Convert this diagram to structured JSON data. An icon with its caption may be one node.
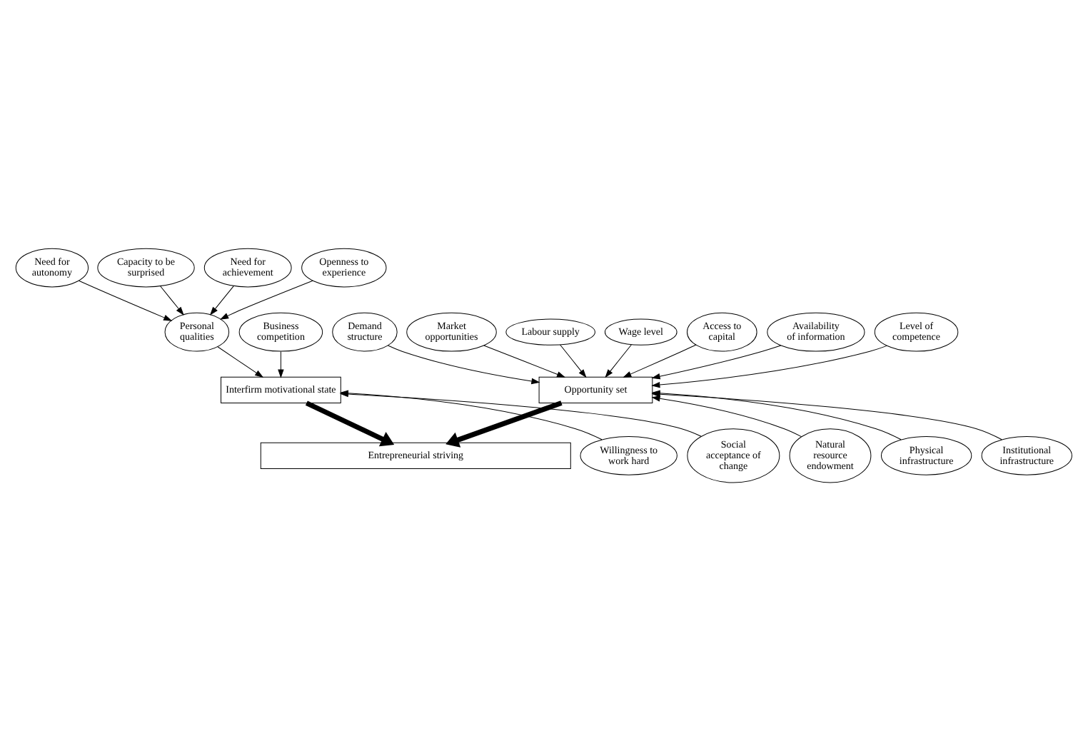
{
  "diagram": {
    "nodes": [
      {
        "text": [
          "Opportunity set"
        ]
      },
      {
        "text": [
          "Demand structure"
        ]
      },
      {
        "text": [
          "Market opportunities"
        ]
      },
      {
        "text": [
          "Labour supply"
        ]
      },
      {
        "text": [
          "Wage level"
        ]
      },
      {
        "text": [
          "Access to capital"
        ]
      },
      {
        "text": [
          "Availability of information"
        ]
      },
      {
        "text": [
          "Level of competence"
        ]
      },
      {
        "text": [
          "Natural resource endowment"
        ]
      },
      {
        "text": [
          "Physical infrastructure"
        ]
      },
      {
        "text": [
          "Institutional infrastructure"
        ]
      },
      {
        "text": [
          "Need for autonomy"
        ]
      },
      {
        "text": [
          "Capacity to be surprised"
        ]
      },
      {
        "text": [
          "Need for achievement"
        ]
      },
      {
        "text": [
          "Openness to experience"
        ]
      },
      {
        "text": [
          "Personal qualities"
        ]
      },
      {
        "text": [
          "Business competition"
        ]
      },
      {
        "text": [
          "Interfirm motivational state"
        ]
      },
      {
        "text": [
          "Willingness to work hard"
        ]
      },
      {
        "text": [
          "Social acceptance of change"
        ]
      },
      {
        "text": [
          "Entrepreneurial striving"
        ]
      }
    ],
    "edges": [
      {
        "from": 1,
        "to": 0,
        "arrow": "to"
      },
      {
        "from": 2,
        "to": 0,
        "arrow": "to"
      },
      {
        "from": 3,
        "to": 0,
        "arrow": "to"
      },
      {
        "from": 4,
        "to": 0,
        "arrow": "to"
      },
      {
        "from": 5,
        "to": 0,
        "arrow": "to"
      },
      {
        "from": 6,
        "to": 0,
        "arrow": "to"
      },
      {
        "from": 7,
        "to": 0,
        "arrow": "to"
      },
      {
        "from": 8,
        "to": 0,
        "arrow": "to"
      },
      {
        "from": 9,
        "to": 0,
        "arrow": "to"
      },
      {
        "from": 10,
        "to": 0,
        "arrow": "to"
      },
      {
        "from": 11,
        "to": 15,
        "arrow": "to"
      },
      {
        "from": 12,
        "to": 15,
        "arrow": "to"
      },
      {
        "from": 13,
        "to": 15,
        "arrow": "to"
      },
      {
        "from": 14,
        "to": 15,
        "arrow": "to"
      },
      {
        "from": 15,
        "to": 17,
        "arrow": "to"
      },
      {
        "from": 16,
        "to": 17,
        "arrow": "to"
      },
      {
        "from": 18,
        "to": 17,
        "arrow": "to"
      },
      {
        "from": 19,
        "to": 17,
        "arrow": "to"
      },
      {
        "from": 0,
        "to": 20,
        "arrow": "to",
        "style": "thick"
      },
      {
        "from": 17,
        "to": 20,
        "arrow": "to",
        "style": "thick"
      }
    ]
  }
}
